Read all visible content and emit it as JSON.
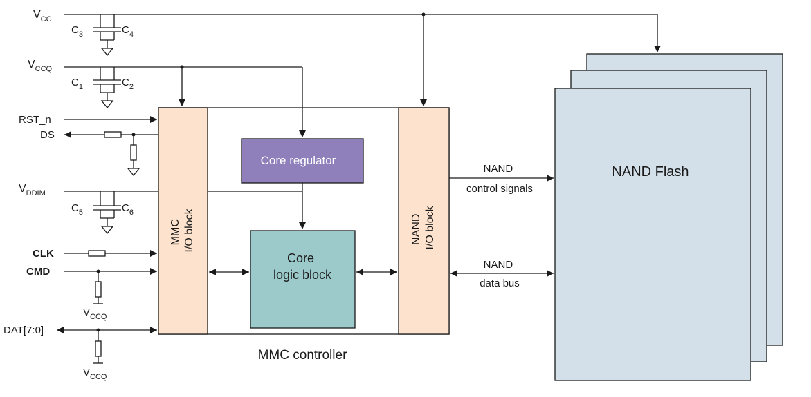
{
  "pins": {
    "vcc": {
      "base": "V",
      "sub": "CC"
    },
    "vccq": {
      "base": "V",
      "sub": "CCQ"
    },
    "rst_n": "RST_n",
    "ds": "DS",
    "vddim": {
      "base": "V",
      "sub": "DDIM"
    },
    "clk": "CLK",
    "cmd": "CMD",
    "dat": "DAT[7:0]",
    "vccq_cmd_pull": {
      "base": "V",
      "sub": "CCQ"
    },
    "vccq_dat_pull": {
      "base": "V",
      "sub": "CCQ"
    }
  },
  "capacitors": {
    "c1": {
      "base": "C",
      "sub": "1"
    },
    "c2": {
      "base": "C",
      "sub": "2"
    },
    "c3": {
      "base": "C",
      "sub": "3"
    },
    "c4": {
      "base": "C",
      "sub": "4"
    },
    "c5": {
      "base": "C",
      "sub": "5"
    },
    "c6": {
      "base": "C",
      "sub": "6"
    }
  },
  "blocks": {
    "mmc_io": {
      "line1": "MMC",
      "line2": "I/O block"
    },
    "core_regulator": "Core regulator",
    "core_logic": {
      "line1": "Core",
      "line2": "logic block"
    },
    "nand_io": {
      "line1": "NAND",
      "line2": "I/O block"
    },
    "nand_flash": "NAND Flash",
    "controller_caption": "MMC controller"
  },
  "buses": {
    "control": {
      "line1": "NAND",
      "line2": "control signals"
    },
    "data": {
      "line1": "NAND",
      "line2": "data bus"
    }
  },
  "colors": {
    "io_block_fill": "#fde3cd",
    "core_regulator_fill": "#8f80bb",
    "core_logic_fill": "#9ccaca",
    "nand_flash_fill": "#d3e0ea",
    "line": "#1a1a1a"
  }
}
